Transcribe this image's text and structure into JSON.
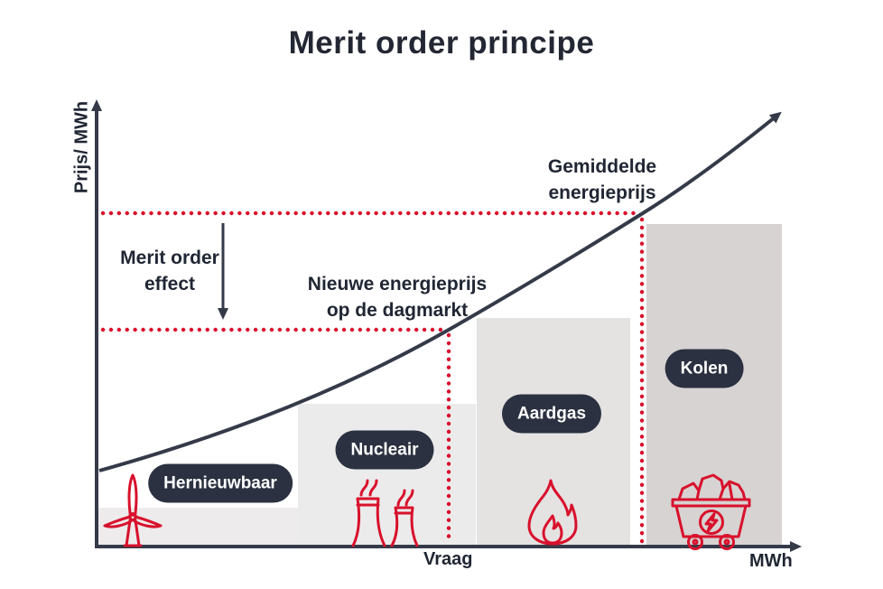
{
  "title": "Merit order principe",
  "axes": {
    "y_label": "Prijs/ MWh",
    "x_label": "MWh",
    "demand_tick": "Vraag"
  },
  "annotations": {
    "average_price_line1": "Gemiddelde",
    "average_price_line2": "energieprijs",
    "new_price_line1": "Nieuwe energieprijs",
    "new_price_line2": "op de dagmarkt",
    "merit_effect_line1": "Merit order",
    "merit_effect_line2": "effect"
  },
  "sources": [
    {
      "label": "Hernieuwbaar",
      "icon": "wind-turbine-icon"
    },
    {
      "label": "Nucleair",
      "icon": "nuclear-cooling-towers-icon"
    },
    {
      "label": "Aardgas",
      "icon": "gas-flame-icon"
    },
    {
      "label": "Kolen",
      "icon": "coal-cart-icon"
    }
  ],
  "colors": {
    "ink_dark": "#343a48",
    "text_dark": "#202633",
    "accent_red": "#d8112c",
    "pill_background": "#2b3140",
    "pill_text": "#ffffff",
    "bar_hernieuwbaar": "#edebeb",
    "bar_nucleair": "#ecebeb",
    "bar_aardgas": "#e5e2e2",
    "bar_kolen": "#d7d3d2",
    "background": "#ffffff"
  },
  "chart_data": {
    "type": "bar",
    "title": "Merit order principe",
    "xlabel": "MWh",
    "ylabel": "Prijs/ MWh",
    "categories": [
      "Hernieuwbaar",
      "Nucleair",
      "Aardgas",
      "Kolen"
    ],
    "values_relative_marginal_price": [
      0.12,
      0.44,
      0.71,
      1.0
    ],
    "annotations": [
      "Gemiddelde energieprijs",
      "Nieuwe energieprijs op de dagmarkt",
      "Merit order effect",
      "Vraag"
    ],
    "legend_position": "none",
    "grid": false,
    "notes": "Stepped merit-order supply bars under a rising price curve; red dotted lines mark the average energy price and the new lower day-market price at the demand (Vraag) level."
  }
}
